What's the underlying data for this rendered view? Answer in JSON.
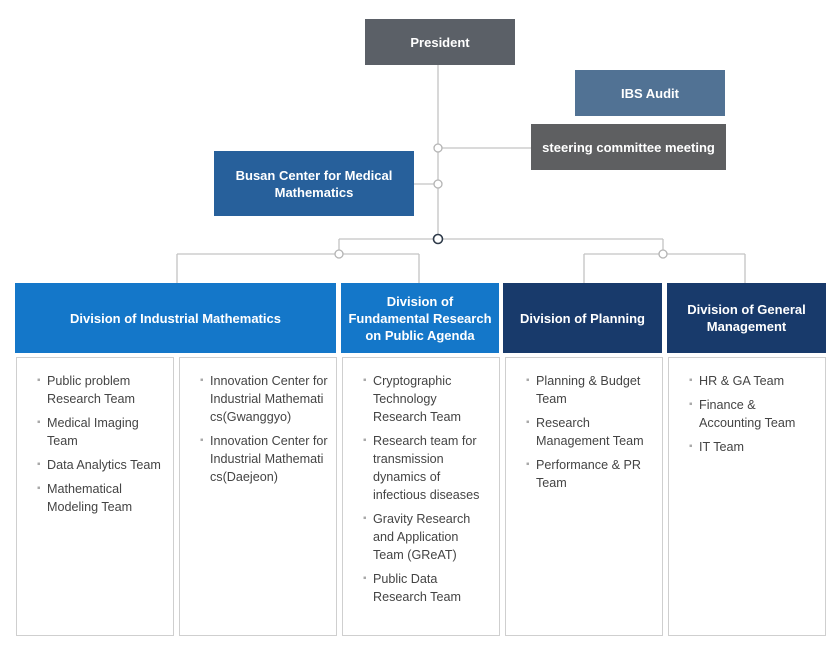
{
  "org": {
    "president": "President",
    "ibs_audit": "IBS Audit",
    "steering": "steering committee meeting",
    "busan": "Busan Center for Medical Mathematics"
  },
  "divisions": [
    {
      "title": "Division of Industrial Mathematics"
    },
    {
      "title": "Division of Fundamental Research on Public Agenda"
    },
    {
      "title": "Division of Planning"
    },
    {
      "title": "Division of General Management"
    }
  ],
  "panels": [
    {
      "items": [
        "Public problem Research Team",
        "Medical Imaging Team",
        "Data Analytics Team",
        "Mathematical Modeling Team"
      ]
    },
    {
      "items": [
        "Innovation Center for Industrial Mathematics(Gwanggyo)",
        "Innovation Center for Industrial Mathematics(Daejeon)"
      ]
    },
    {
      "items": [
        "Cryptographic Technology Research Team",
        "Research team for transmission dynamics of infectious diseases",
        "Gravity Research and Application Team (GReAT)",
        "Public Data Research Team"
      ]
    },
    {
      "items": [
        "Planning & Budget Team",
        "Research Management Team",
        "Performance & PR Team"
      ]
    },
    {
      "items": [
        "HR & GA Team",
        "Finance & Accounting Team",
        "IT Team"
      ]
    }
  ],
  "colors": {
    "president": "#5b6067",
    "audit": "#517294",
    "steering": "#5e5f61",
    "busan": "#27609b",
    "division_blue": "#1477c9",
    "division_navy": "#183a6b"
  }
}
